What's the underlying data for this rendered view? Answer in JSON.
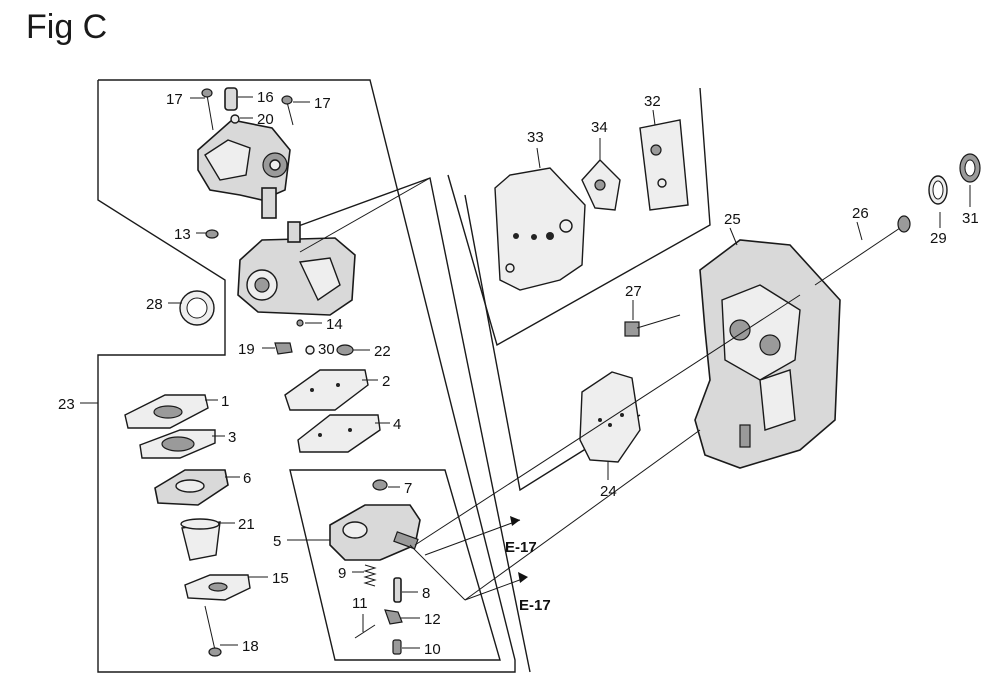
{
  "figure": {
    "title": "Fig C"
  },
  "callouts": {
    "p1": "1",
    "p2": "2",
    "p3": "3",
    "p4": "4",
    "p5": "5",
    "p6": "6",
    "p7": "7",
    "p8": "8",
    "p9": "9",
    "p10": "10",
    "p11": "11",
    "p12": "12",
    "p13": "13",
    "p14": "14",
    "p15": "15",
    "p16": "16",
    "p17a": "17",
    "p17b": "17",
    "p18": "18",
    "p19": "19",
    "p20": "20",
    "p21": "21",
    "p22": "22",
    "p23": "23",
    "p24": "24",
    "p25": "25",
    "p26": "26",
    "p27": "27",
    "p28": "28",
    "p29": "29",
    "p30": "30",
    "p31": "31",
    "p32": "32",
    "p33": "33",
    "p34": "34"
  },
  "references": {
    "ref_a": "E-17",
    "ref_b": "E-17"
  }
}
